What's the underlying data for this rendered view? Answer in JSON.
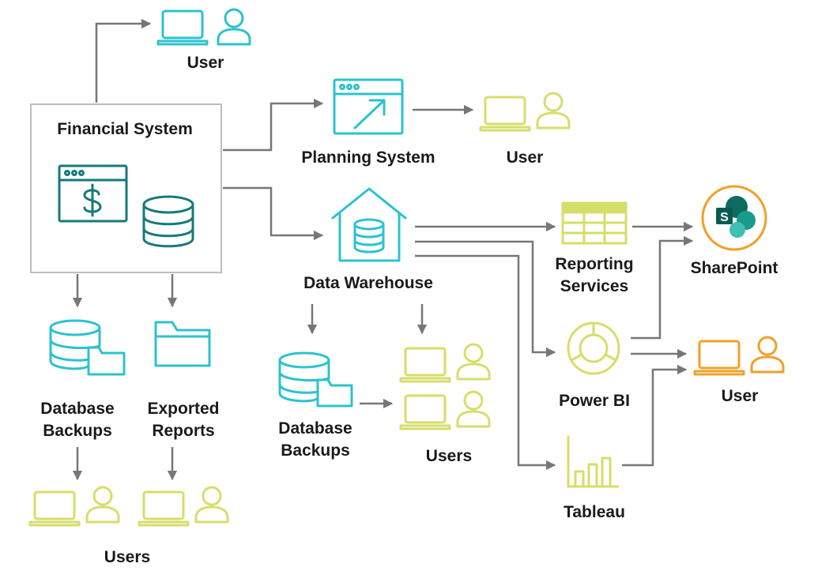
{
  "nodes": {
    "financial_system": "Financial System",
    "user_top": "User",
    "planning_system": "Planning System",
    "user_planning": "User",
    "data_warehouse": "Data Warehouse",
    "reporting_services_line1": "Reporting",
    "reporting_services_line2": "Services",
    "sharepoint": "SharePoint",
    "power_bi": "Power BI",
    "user_right": "User",
    "tableau": "Tableau",
    "db_backups_left_line1": "Database",
    "db_backups_left_line2": "Backups",
    "exported_reports_line1": "Exported",
    "exported_reports_line2": "Reports",
    "users_bottom": "Users",
    "db_backups_mid_line1": "Database",
    "db_backups_mid_line2": "Backups",
    "users_mid": "Users"
  },
  "icons": {
    "user_top": [
      "laptop-icon",
      "person-icon"
    ],
    "planning_system": "browser-arrow-icon",
    "user_planning": [
      "laptop-icon",
      "person-icon"
    ],
    "financial_system": [
      "browser-dollar-icon",
      "database-icon"
    ],
    "data_warehouse": "warehouse-database-icon",
    "reporting_services": "table-grid-icon",
    "sharepoint": "sharepoint-logo-icon",
    "power_bi": "donut-chart-icon",
    "user_right": [
      "laptop-icon",
      "person-icon"
    ],
    "tableau": "bar-chart-icon",
    "db_backups_left": "database-folder-icon",
    "exported_reports": "folder-icon",
    "users_bottom": [
      "laptop-icon",
      "person-icon",
      "laptop-icon",
      "person-icon"
    ],
    "db_backups_mid": "database-folder-icon",
    "users_mid": [
      "laptop-icon",
      "person-icon",
      "laptop-icon",
      "person-icon"
    ]
  },
  "colors": {
    "teal": "#17a5a5",
    "teal_dark": "#157a7a",
    "cyan": "#2cc2cf",
    "lime": "#d6de6a",
    "orange": "#f0a028",
    "arrow": "#777777",
    "sharepoint_green": "#0d7a6e"
  },
  "edges": [
    [
      "financial_system",
      "user_top"
    ],
    [
      "financial_system",
      "planning_system"
    ],
    [
      "planning_system",
      "user_planning"
    ],
    [
      "financial_system",
      "data_warehouse"
    ],
    [
      "financial_system",
      "db_backups_left"
    ],
    [
      "financial_system",
      "exported_reports"
    ],
    [
      "db_backups_left",
      "users_bottom"
    ],
    [
      "exported_reports",
      "users_bottom"
    ],
    [
      "data_warehouse",
      "reporting_services"
    ],
    [
      "data_warehouse",
      "power_bi"
    ],
    [
      "data_warehouse",
      "tableau"
    ],
    [
      "data_warehouse",
      "db_backups_mid"
    ],
    [
      "data_warehouse",
      "users_mid"
    ],
    [
      "db_backups_mid",
      "users_mid"
    ],
    [
      "reporting_services",
      "sharepoint"
    ],
    [
      "power_bi",
      "sharepoint"
    ],
    [
      "power_bi",
      "user_right"
    ],
    [
      "tableau",
      "user_right"
    ]
  ]
}
